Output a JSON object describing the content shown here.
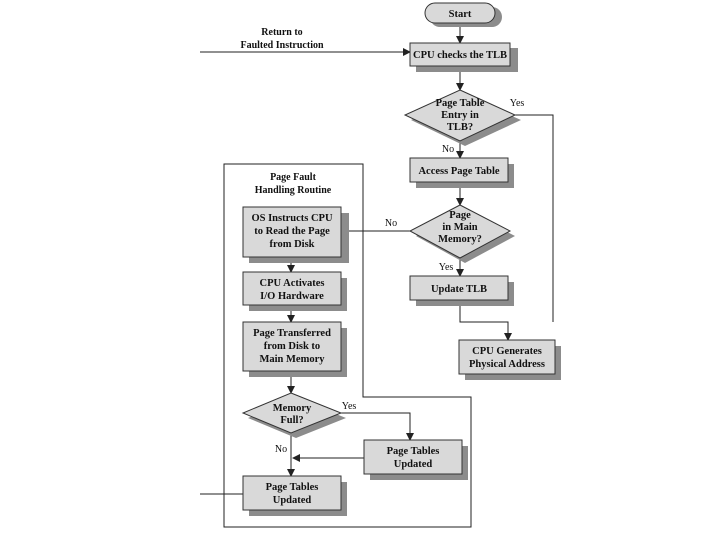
{
  "diagram": {
    "nodes": {
      "start": [
        "Start"
      ],
      "cpu_checks_tlb": [
        "CPU checks the TLB"
      ],
      "entry_in_tlb": [
        "Page Table",
        "Entry in",
        "TLB?"
      ],
      "access_page_table": [
        "Access Page Table"
      ],
      "page_in_memory": [
        "Page",
        "in Main",
        "Memory?"
      ],
      "update_tlb": [
        "Update TLB"
      ],
      "cpu_generates": [
        "CPU Generates",
        "Physical Address"
      ],
      "os_instructs": [
        "OS Instructs CPU",
        "to Read the Page",
        "from Disk"
      ],
      "cpu_activates": [
        "CPU Activates",
        "I/O Hardware"
      ],
      "page_transferred": [
        "Page Transferred",
        "from Disk to",
        "Main Memory"
      ],
      "memory_full": [
        "Memory",
        "Full?"
      ],
      "page_tables_updated_right": [
        "Page Tables",
        "Updated"
      ],
      "page_tables_updated_bottom": [
        "Page Tables",
        "Updated"
      ]
    },
    "return_label": [
      "Return to",
      "Faulted Instruction"
    ],
    "routine_label": [
      "Page Fault",
      "Handling Routine"
    ],
    "edge_labels": {
      "tlb_yes": "Yes",
      "tlb_no": "No",
      "mem_no": "No",
      "mem_yes": "Yes",
      "full_yes": "Yes",
      "full_no": "No"
    }
  }
}
